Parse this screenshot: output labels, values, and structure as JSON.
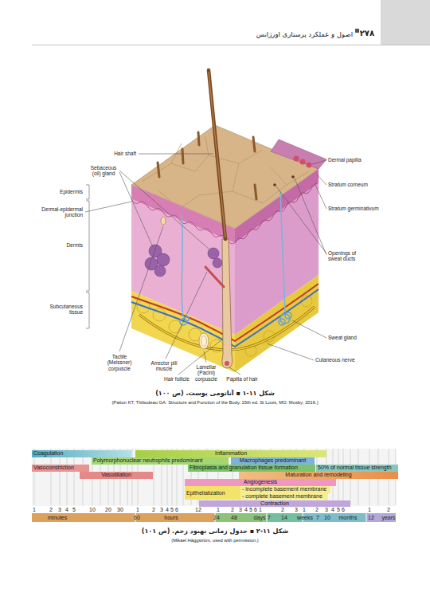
{
  "diagram": {
    "caption": "شکل ۱۱-۱ ▪ آناتومی پوست. (ص ۱۰۰)",
    "nodes": [
      {
        "text": [
          "Coagulation"
        ]
      },
      {
        "text": [
          "Inflammation"
        ]
      },
      {
        "text": [
          "Polymorphonuclear neutrophils predominant"
        ]
      },
      {
        "text": [
          "Macrophages predominant"
        ]
      },
      {
        "text": [
          "Vasoconstriction"
        ]
      },
      {
        "text": [
          "Fibroplasia and granulation tissue formation"
        ]
      },
      {
        "text": [
          "50% of normal tissue strength"
        ]
      },
      {
        "text": [
          "Vasodilation"
        ]
      },
      {
        "text": [
          "Maturation and remodeling"
        ]
      },
      {
        "text": [
          "Angiogenesis"
        ]
      },
      {
        "text": [
          "Epithelialization"
        ]
      },
      {
        "text": [
          "- incomplete basement membrane"
        ]
      },
      {
        "text": [
          "- complete basement membrane"
        ]
      },
      {
        "text": [
          "Contraction"
        ]
      }
    ],
    "labels": [
      "۲۷۸",
      "اصول و عملکرد پرستاری اورژانس",
      "Hair shaft",
      "Sebaceous (oil) gland",
      "Epidermis",
      "Dermal-epidermal junction",
      "Dermis",
      "Subcutaneous tissue",
      "Tactile (Meissner) corpuscle",
      "Arrector pili muscle",
      "Hair follicle",
      "Lamellar (Pacini) corpuscle",
      "Papilla of hair",
      "Dermal papilla",
      "Stratum corneum",
      "Stratum germinativum",
      "Openings of sweat ducts",
      "Sweat gland",
      "Cutaneous nerve",
      "(Patton KT, Thibodeau GA. Structure and Function of the Body. 15th ed. St Louis, MO: Mosby; 2016.)",
      "1",
      "2",
      "3",
      "4",
      "5",
      "10",
      "20",
      "30",
      "1",
      "2",
      "3",
      "4",
      "5",
      "6",
      "12",
      "1",
      "2",
      "3",
      "4",
      "5",
      "6",
      "1",
      "2",
      "3",
      "1",
      "2",
      "3",
      "4",
      "5",
      "6",
      "1",
      "2",
      "minutes",
      "60",
      "hours",
      "24",
      "48",
      "days",
      "7",
      "14",
      "weeks",
      "7",
      "10",
      "months",
      "12",
      "years",
      "شکل ۱۱-۲ ▪ جدول زمانی بهبود زخم. (ص ۱۰۱)",
      "(Mikael Häggström, used with permission.)"
    ]
  }
}
